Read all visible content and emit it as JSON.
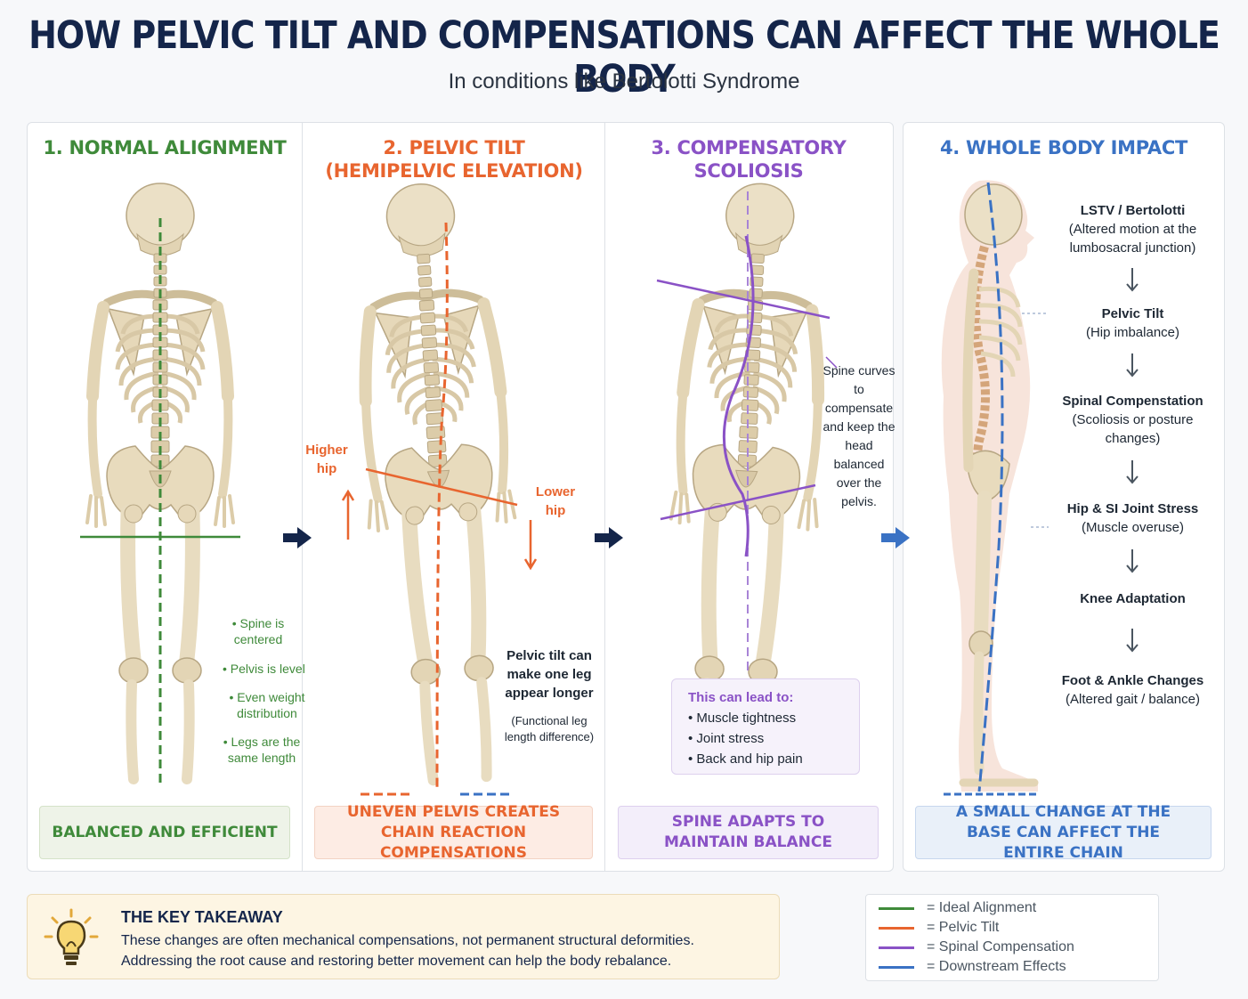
{
  "header": {
    "title": "HOW PELVIC TILT AND COMPENSATIONS CAN AFFECT THE WHOLE BODY",
    "subtitle": "In conditions like Bertolotti Syndrome"
  },
  "panels": [
    {
      "title": "1. NORMAL ALIGNMENT",
      "notes": [
        "• Spine is centered",
        "• Pelvis is level",
        "• Even weight distribution",
        "• Legs are the same length"
      ],
      "summary": "BALANCED AND EFFICIENT"
    },
    {
      "title_line1": "2. PELVIC TILT",
      "title_line2": "(HEMIPELVIC ELEVATION)",
      "higher_hip": "Higher hip",
      "lower_hip": "Lower hip",
      "leg_note": "Pelvic tilt can make one leg appear longer",
      "leg_subnote": "(Functional leg length difference)",
      "summary": "UNEVEN PELVIS CREATES CHAIN REACTION COMPENSATIONS"
    },
    {
      "title_line1": "3. COMPENSATORY",
      "title_line2": "SCOLIOSIS",
      "spine_note": "Spine curves to compensate and keep the head balanced over the pelvis.",
      "lead_title": "This can lead to:",
      "lead_items": [
        "• Muscle tightness",
        "• Joint stress",
        "• Back and hip pain"
      ],
      "summary": "SPINE ADAPTS TO MAINTAIN BALANCE"
    },
    {
      "title": "4. WHOLE BODY IMPACT",
      "chain": [
        {
          "bold": "LSTV / Bertolotti",
          "detail": "(Altered motion at the lumbosacral junction)"
        },
        {
          "bold": "Pelvic Tilt",
          "detail": "(Hip imbalance)"
        },
        {
          "bold": "Spinal Compenstation",
          "detail": "(Scoliosis or posture changes)"
        },
        {
          "bold": "Hip & SI Joint Stress",
          "detail": "(Muscle overuse)"
        },
        {
          "bold": "Knee Adaptation",
          "detail": ""
        },
        {
          "bold": "Foot & Ankle Changes",
          "detail": "(Altered gait / balance)"
        }
      ],
      "summary": "A SMALL CHANGE AT THE BASE CAN AFFECT THE ENTIRE CHAIN"
    }
  ],
  "takeaway": {
    "title": "THE KEY TAKEAWAY",
    "line1": "These changes are often mechanical compensations, not permanent structural deformities.",
    "line2": "Addressing the root cause and restoring better movement can help the body rebalance."
  },
  "legend": [
    {
      "label": "= Ideal Alignment",
      "color": "#3f8a3a"
    },
    {
      "label": "= Pelvic Tilt",
      "color": "#e8652f"
    },
    {
      "label": "= Spinal Compensation",
      "color": "#8a52c6"
    },
    {
      "label": "= Downstream Effects",
      "color": "#3a72c4"
    }
  ],
  "colors": {
    "green": "#3f8a3a",
    "orange": "#e8652f",
    "purple": "#8a52c6",
    "blue": "#3a72c4",
    "navy": "#14254a",
    "bone": "#e9dcc0"
  }
}
